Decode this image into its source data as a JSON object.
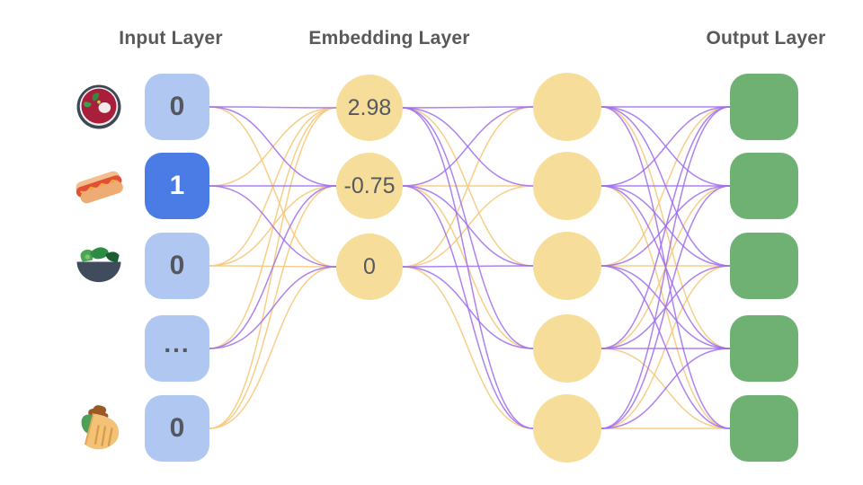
{
  "titles": {
    "input": "Input Layer",
    "embedding": "Embedding Layer",
    "output": "Output Layer"
  },
  "input_nodes": [
    {
      "icon": "soup-bowl",
      "label": "0",
      "active": false
    },
    {
      "icon": "hot-dog",
      "label": "1",
      "active": true
    },
    {
      "icon": "salad",
      "label": "0",
      "active": false
    },
    {
      "icon": "",
      "label": "...",
      "active": false
    },
    {
      "icon": "pita",
      "label": "0",
      "active": false
    }
  ],
  "embedding_nodes": [
    {
      "label": "2.98"
    },
    {
      "label": "-0.75"
    },
    {
      "label": "0"
    }
  ],
  "hidden_node_count": 5,
  "output_node_count": 5,
  "colors": {
    "title_text": "#595959",
    "input_box": "#B0C8F1",
    "input_box_active": "#4B7CE5",
    "input_text": "#54575E",
    "input_text_active": "#FFFFFF",
    "embedding_circle": "#F6DE9A",
    "embedding_text": "#55585F",
    "hidden_circle": "#F6DE9A",
    "output_box": "#6FB173",
    "edge_purple": "#9F6CEF",
    "edge_yellow": "#F6C97A"
  },
  "edges": {
    "input_to_embedding": [
      [
        "P",
        "P",
        "Y"
      ],
      [
        "Y",
        "P",
        "P"
      ],
      [
        "Y",
        "Y",
        "Y"
      ],
      [
        "Y",
        "P",
        "P"
      ],
      [
        "Y",
        "Y",
        "Y"
      ]
    ],
    "embedding_to_hidden": [
      [
        "P",
        "P",
        "Y",
        "P",
        "P"
      ],
      [
        "P",
        "Y",
        "P",
        "Y",
        "P"
      ],
      [
        "Y",
        "Y",
        "P",
        "P",
        "Y"
      ]
    ],
    "hidden_to_output": [
      [
        "P",
        "P",
        "P",
        "Y",
        "P"
      ],
      [
        "P",
        "P",
        "P",
        "P",
        "Y"
      ],
      [
        "Y",
        "P",
        "Y",
        "P",
        "P"
      ],
      [
        "P",
        "Y",
        "P",
        "P",
        "Y"
      ],
      [
        "P",
        "P",
        "Y",
        "P",
        "Y"
      ]
    ]
  }
}
